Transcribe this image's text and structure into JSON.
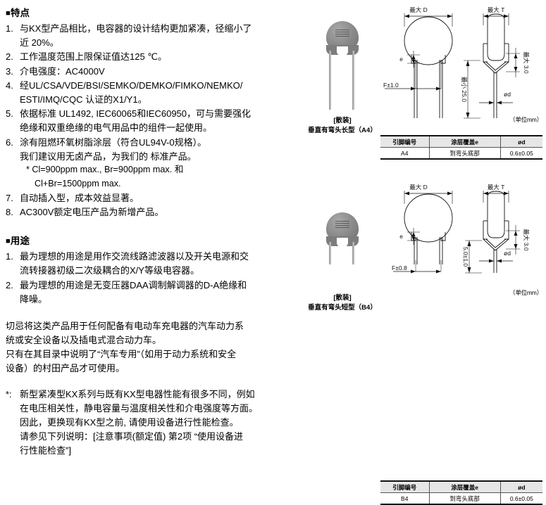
{
  "features": {
    "heading_bullet": "■",
    "heading": "特点",
    "items": [
      {
        "index": "1.",
        "lines": [
          "与KX型产品相比，电容器的设计结构更加紧凑，径缩小了",
          "近 20%。"
        ]
      },
      {
        "index": "2.",
        "lines": [
          "工作温度范围上限保证值达125 ℃。"
        ]
      },
      {
        "index": "3.",
        "lines": [
          "介电强度：AC4000V"
        ]
      },
      {
        "index": "4.",
        "lines": [
          "经UL/CSA/VDE/BSI/SEMKO/DEMKO/FIMKO/NEMKO/",
          "ESTI/IMQ/CQC 认证的X1/Y1。"
        ]
      },
      {
        "index": "5.",
        "lines": [
          "依据标准 UL1492, IEC60065和IEC60950，可与需要强化",
          "绝缘和双重绝缘的电气用品中的组件一起使用。"
        ]
      },
      {
        "index": "6.",
        "lines": [
          "涂有阻燃环氧树脂涂层（符合UL94V-0规格）。",
          "我们建议用无卤产品，为我们的 标准产品。"
        ],
        "notes": [
          "* Cl=900ppm max., Br=900ppm max. 和",
          "Cl+Br=1500ppm max."
        ]
      },
      {
        "index": "7.",
        "lines": [
          "自动插入型，成本效益显著。"
        ]
      },
      {
        "index": "8.",
        "lines": [
          "AC300V额定电压产品为新增产品。"
        ]
      }
    ]
  },
  "applications": {
    "heading_bullet": "■",
    "heading": "用途",
    "items": [
      {
        "index": "1.",
        "lines": [
          "最为理想的用途是用作交流线路滤波器以及开关电源和交",
          "流转接器初级二次级耦合的X/Y等级电容器。"
        ]
      },
      {
        "index": "2.",
        "lines": [
          "最为理想的用途是无变压器DAA调制解调器的D-A绝缘和",
          "降噪。"
        ]
      }
    ],
    "warning_lines": [
      "切忌将这类产品用于任何配备有电动车充电器的汽车动力系",
      "统或安全设备以及插电式混合动力车。",
      "只有在其目录中说明了“汽车专用”（如用于动力系统和安全",
      "设备）的村田产品才可使用。"
    ],
    "footnote_marker": "*:",
    "footnote_lines": [
      "新型紧凑型KX系列与既有KX型电器性能有很多不同，例如",
      "在电压相关性，静电容量与温度相关性和介电强度等方面。",
      "因此，更换现有KX型之前, 请使用设备进行性能检查。",
      "请参见下列说明：[注意事项(额定值) 第2项 “使用设备进",
      "行性能检查”]"
    ]
  },
  "diagrams": [
    {
      "id": "A4",
      "caption_line1": "[散装]",
      "caption_line2": "垂直有弯头长型（A4）",
      "unit_note": "（单位mm）",
      "labels": {
        "max_d": "最大 D",
        "max_t": "最大 T",
        "e": "e",
        "f_tol": "F±1.0",
        "bend": "最大 3.0",
        "lead_len": "最小 25.0",
        "diameter": "ød"
      },
      "table": {
        "headers": [
          "引脚编号",
          "涂层覆盖e",
          "ød"
        ],
        "rows": [
          [
            "A4",
            "到弯头底部",
            "0.6±0.05"
          ]
        ]
      }
    },
    {
      "id": "B4",
      "caption_line1": "[散装]",
      "caption_line2": "垂直有弯头短型（B4）",
      "unit_note": "（单位mm）",
      "labels": {
        "max_d": "最大 D",
        "max_t": "最大 T",
        "e": "e",
        "f_tol": "F±0.8",
        "bend": "最大 3.0",
        "lead_len": "5.0±1.0",
        "diameter": "ød"
      },
      "table": {
        "headers": [
          "引脚编号",
          "涂层覆盖e",
          "ød"
        ],
        "rows": [
          [
            "B4",
            "到弯头底部",
            "0.6±0.05"
          ]
        ]
      }
    }
  ],
  "colors": {
    "text": "#000000",
    "table_header_bg": "#e6e6e6",
    "rule": "#111111"
  }
}
